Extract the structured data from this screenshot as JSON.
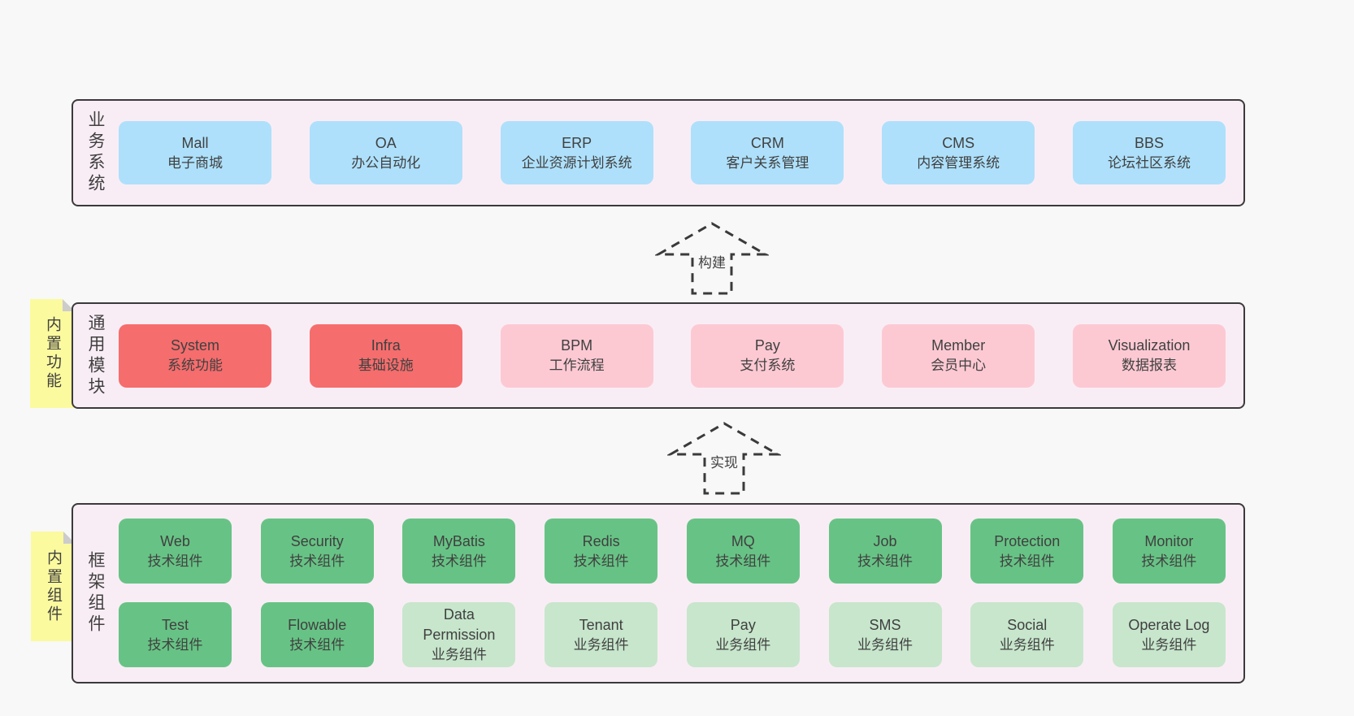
{
  "colors": {
    "page_bg": "#f8f8f8",
    "section_bg": "#f9edf5",
    "line": "#3a3a3a",
    "text": "#404040",
    "blue": "#aee0fb",
    "red": "#f56d6d",
    "pink": "#fcc9d3",
    "green": "#67c385",
    "light_green": "#c7e6cc",
    "note_yellow": "#fbfa9e",
    "fold_gray": "#cccccc"
  },
  "arrows": {
    "build": "构建",
    "implement": "实现"
  },
  "sections": {
    "business": {
      "label": "业务系统",
      "boxes": [
        {
          "title": "Mall",
          "subtitle": "电子商城",
          "variant": "blue"
        },
        {
          "title": "OA",
          "subtitle": "办公自动化",
          "variant": "blue"
        },
        {
          "title": "ERP",
          "subtitle": "企业资源计划系统",
          "variant": "blue"
        },
        {
          "title": "CRM",
          "subtitle": "客户关系管理",
          "variant": "blue"
        },
        {
          "title": "CMS",
          "subtitle": "内容管理系统",
          "variant": "blue"
        },
        {
          "title": "BBS",
          "subtitle": "论坛社区系统",
          "variant": "blue"
        }
      ]
    },
    "modules": {
      "label": "通用模块",
      "note": "内置功能",
      "boxes": [
        {
          "title": "System",
          "subtitle": "系统功能",
          "variant": "red"
        },
        {
          "title": "Infra",
          "subtitle": "基础设施",
          "variant": "red"
        },
        {
          "title": "BPM",
          "subtitle": "工作流程",
          "variant": "pink"
        },
        {
          "title": "Pay",
          "subtitle": "支付系统",
          "variant": "pink"
        },
        {
          "title": "Member",
          "subtitle": "会员中心",
          "variant": "pink"
        },
        {
          "title": "Visualization",
          "subtitle": "数据报表",
          "variant": "pink"
        }
      ]
    },
    "framework": {
      "label": "框架组件",
      "note": "内置组件",
      "rows": [
        [
          {
            "title": "Web",
            "subtitle": "技术组件",
            "variant": "green"
          },
          {
            "title": "Security",
            "subtitle": "技术组件",
            "variant": "green"
          },
          {
            "title": "MyBatis",
            "subtitle": "技术组件",
            "variant": "green"
          },
          {
            "title": "Redis",
            "subtitle": "技术组件",
            "variant": "green"
          },
          {
            "title": "MQ",
            "subtitle": "技术组件",
            "variant": "green"
          },
          {
            "title": "Job",
            "subtitle": "技术组件",
            "variant": "green"
          },
          {
            "title": "Protection",
            "subtitle": "技术组件",
            "variant": "green"
          },
          {
            "title": "Monitor",
            "subtitle": "技术组件",
            "variant": "green"
          }
        ],
        [
          {
            "title": "Test",
            "subtitle": "技术组件",
            "variant": "green"
          },
          {
            "title": "Flowable",
            "subtitle": "技术组件",
            "variant": "green"
          },
          {
            "title": "Data Permission",
            "subtitle": "业务组件",
            "variant": "light_green"
          },
          {
            "title": "Tenant",
            "subtitle": "业务组件",
            "variant": "light_green"
          },
          {
            "title": "Pay",
            "subtitle": "业务组件",
            "variant": "light_green"
          },
          {
            "title": "SMS",
            "subtitle": "业务组件",
            "variant": "light_green"
          },
          {
            "title": "Social",
            "subtitle": "业务组件",
            "variant": "light_green"
          },
          {
            "title": "Operate Log",
            "subtitle": "业务组件",
            "variant": "light_green"
          }
        ]
      ]
    }
  }
}
